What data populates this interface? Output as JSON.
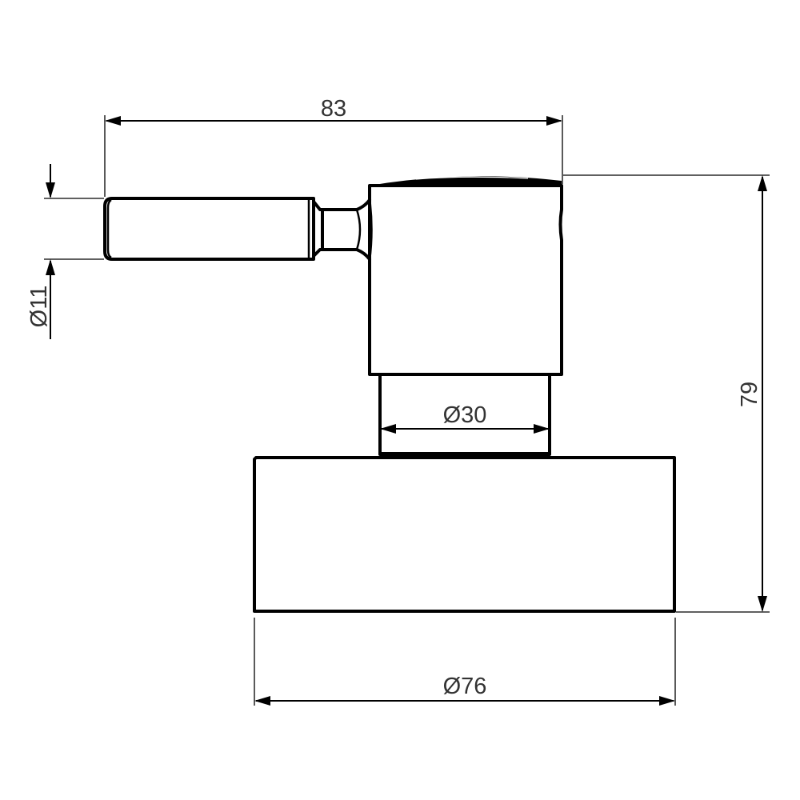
{
  "drawing": {
    "type": "technical-drawing",
    "subject": "lever handle with cylindrical body and round escutcheon (side elevation)",
    "line_color": "#000000",
    "text_color": "#333333",
    "background": "#ffffff"
  },
  "dimensions": {
    "overall_width": {
      "label": "83",
      "orientation": "horizontal",
      "position": "top"
    },
    "lever_diameter": {
      "label": "Ø11",
      "orientation": "vertical",
      "position": "left"
    },
    "stem_diameter": {
      "label": "Ø30",
      "orientation": "horizontal",
      "position": "center"
    },
    "overall_height": {
      "label": "79",
      "orientation": "vertical",
      "position": "right"
    },
    "escutcheon_diameter": {
      "label": "Ø76",
      "orientation": "horizontal",
      "position": "bottom"
    }
  },
  "parts": [
    {
      "name": "lever",
      "description": "horizontal cylindrical lever arm"
    },
    {
      "name": "lever-neck",
      "description": "narrow neck joining lever to body"
    },
    {
      "name": "handle-body",
      "description": "cylindrical handle body with domed top cap"
    },
    {
      "name": "stem",
      "description": "Ø30 stem between body and escutcheon"
    },
    {
      "name": "escutcheon",
      "description": "Ø76 round wall plate"
    }
  ]
}
